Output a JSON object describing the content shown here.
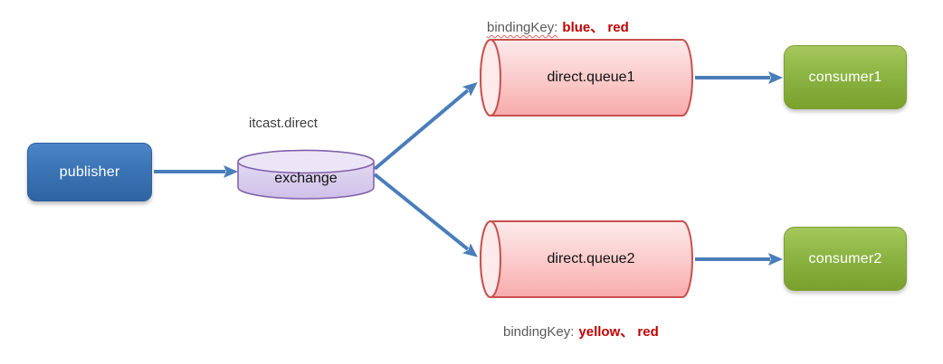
{
  "diagram": {
    "nodes": {
      "publisher": {
        "label": "publisher"
      },
      "exchange": {
        "label": "exchange",
        "name_above": "itcast.direct"
      },
      "queue1": {
        "label": "direct.queue1"
      },
      "queue2": {
        "label": "direct.queue2"
      },
      "consumer1": {
        "label": "consumer1"
      },
      "consumer2": {
        "label": "consumer2"
      }
    },
    "bindings": {
      "queue1": {
        "prefix": "bindingKey:",
        "keys": "blue、 red"
      },
      "queue2": {
        "prefix": "bindingKey:",
        "keys": "yellow、 red"
      }
    },
    "colors": {
      "publisher_fill": "#3b74b5",
      "exchange_fill": "#dcd0ee",
      "exchange_stroke": "#7e5fa8",
      "queue_fill": "#fbc9c9",
      "queue_stroke": "#c9504e",
      "consumer_fill": "#8cb544",
      "arrow": "#4a7dba",
      "binding_keys_text": "#c00000",
      "binding_prefix_text": "#595959"
    }
  }
}
